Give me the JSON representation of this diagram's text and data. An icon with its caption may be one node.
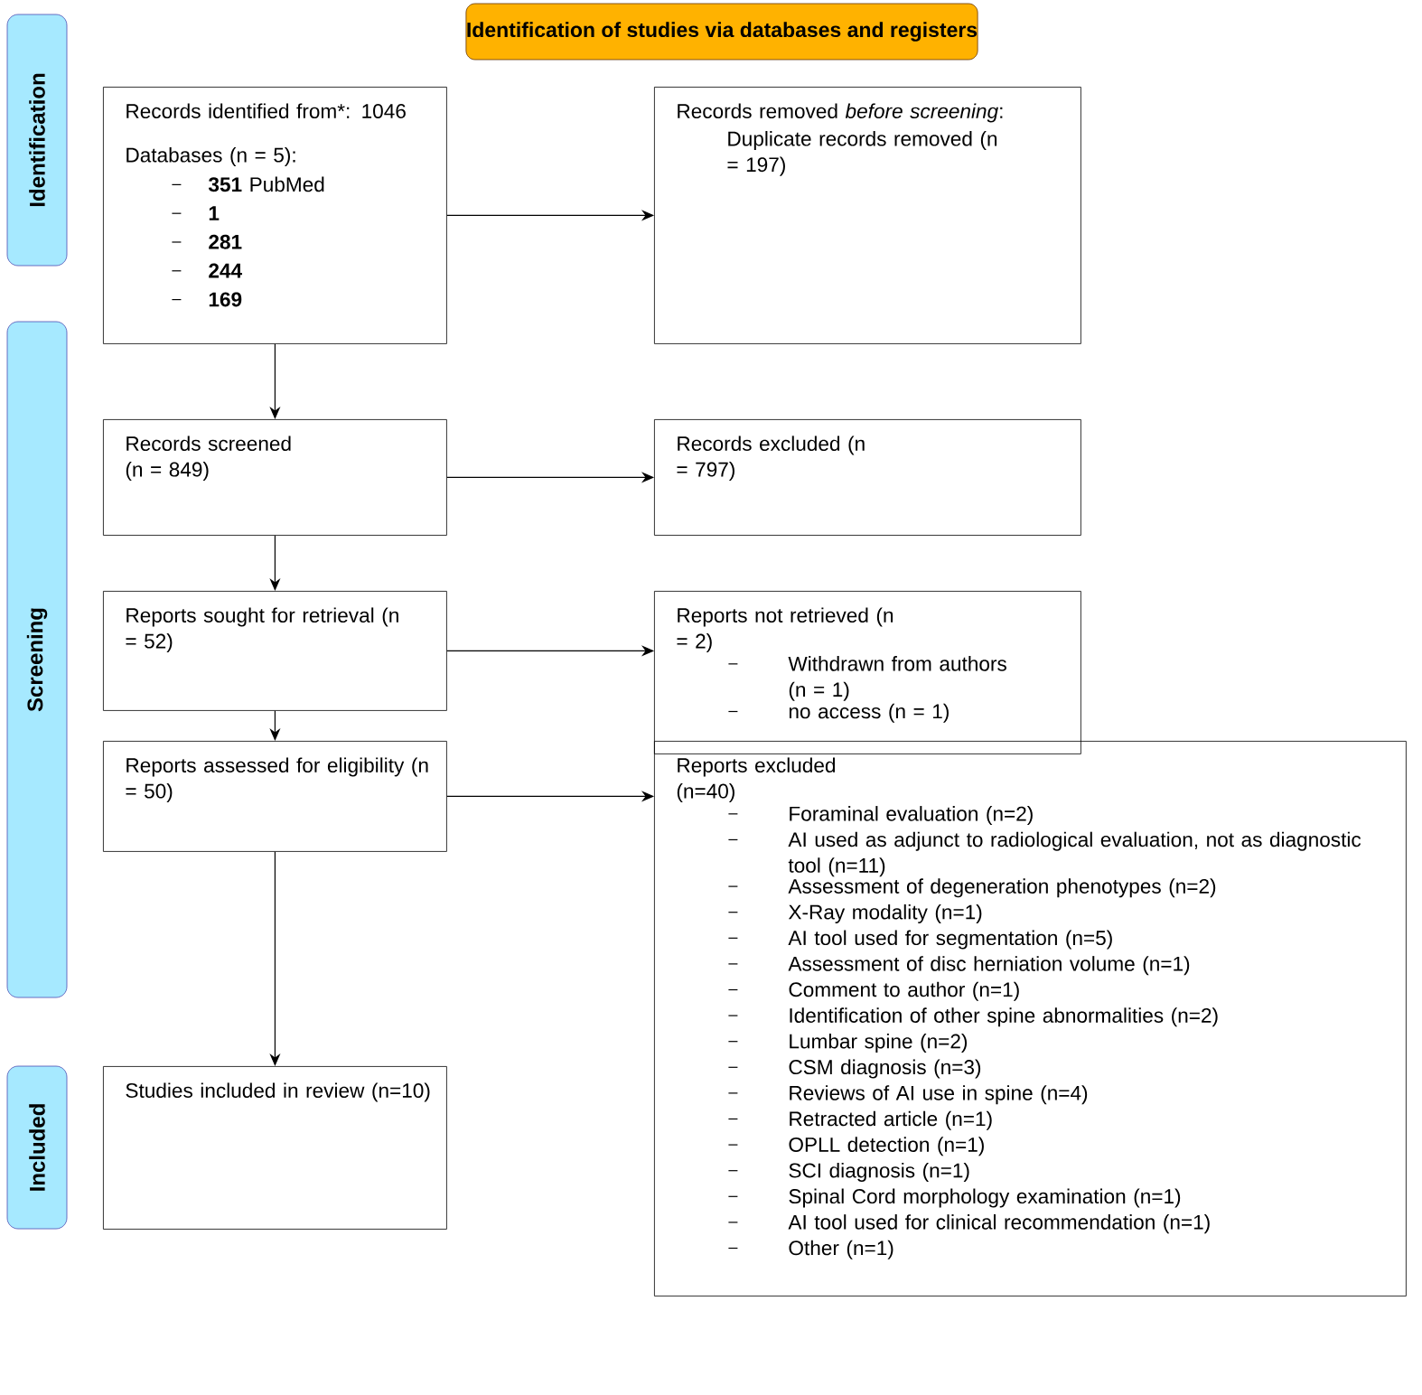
{
  "diagram": {
    "nodes": [
      {
        "text": [
          "Identification of studies via databases and registers"
        ]
      },
      {
        "text": [
          "Identification"
        ]
      },
      {
        "text": [
          "Screening"
        ]
      },
      {
        "text": [
          "Included"
        ]
      },
      {
        "text": [
          "Records identified from*: 1046",
          "Databases (n = 5):",
          "**351** PubMed",
          "**1**",
          "**281**",
          "**244**",
          "**169**"
        ]
      },
      {
        "text": [
          "Records removed *before screening*:",
          "Duplicate records removed (n = 197)"
        ]
      },
      {
        "text": [
          "Records screened (n = 849)"
        ]
      },
      {
        "text": [
          "Records excluded (n = 797)"
        ]
      },
      {
        "text": [
          "Reports sought for retrieval (n = 52)"
        ]
      },
      {
        "text": [
          "Reports not retrieved (n = 2)",
          "Withdrawn from authors (n = 1)",
          "no access (n = 1)"
        ]
      },
      {
        "text": [
          "Reports assessed for eligibility (n = 50)"
        ]
      },
      {
        "text": [
          "Reports excluded (n=40)",
          "Foraminal evaluation (n=2)",
          "AI used as adjunct to radiological evaluation, not as diagnostic tool (n=11)",
          "Assessment of degeneration phenotypes (n=2)",
          "X-Ray modality (n=1)",
          "AI tool used for segmentation (n=5)",
          "Assessment of disc herniation volume (n=1)",
          "Comment to author (n=1)",
          "Identification of other spine abnormalities (n=2)",
          "Lumbar spine (n=2)",
          "CSM diagnosis (n=3)",
          "Reviews of AI use in spine (n=4)",
          "Retracted article (n=1)",
          "OPLL detection (n=1)",
          "SCI diagnosis (n=1)",
          "Spinal Cord morphology examination (n=1)",
          "AI tool used for clinical recommendation (n=1)",
          "Other (n=1)"
        ]
      },
      {
        "text": [
          "Studies included in review (n=10)"
        ]
      }
    ],
    "edges": [
      {
        "from": 4,
        "to": 5,
        "arrow": "to"
      },
      {
        "from": 4,
        "to": 6,
        "arrow": "to"
      },
      {
        "from": 6,
        "to": 7,
        "arrow": "to"
      },
      {
        "from": 6,
        "to": 8,
        "arrow": "to"
      },
      {
        "from": 8,
        "to": 9,
        "arrow": "to"
      },
      {
        "from": 8,
        "to": 10,
        "arrow": "to"
      },
      {
        "from": 10,
        "to": 11,
        "arrow": "to"
      },
      {
        "from": 10,
        "to": 12,
        "arrow": "to"
      }
    ]
  }
}
